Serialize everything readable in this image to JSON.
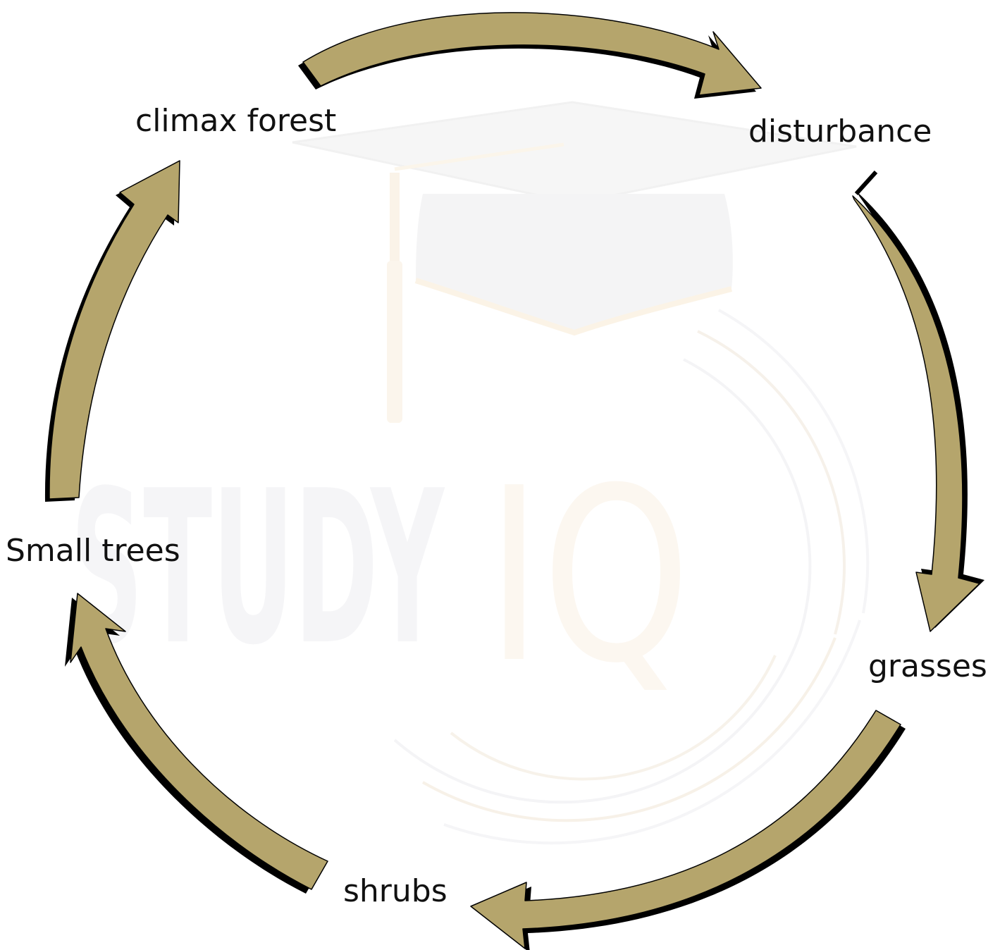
{
  "diagram": {
    "stages": [
      {
        "id": "climax-forest",
        "label": "climax forest"
      },
      {
        "id": "disturbance",
        "label": "disturbance"
      },
      {
        "id": "grasses",
        "label": "grasses"
      },
      {
        "id": "shrubs",
        "label": "shrubs"
      },
      {
        "id": "small-trees",
        "label": "Small trees"
      }
    ],
    "cycle_order": [
      "climax-forest",
      "disturbance",
      "grasses",
      "shrubs",
      "small-trees",
      "climax-forest"
    ],
    "arrow_fill_color": "#b5a56c",
    "arrow_outline_color": "#000000",
    "watermark": {
      "text": "STUDY IQ",
      "icon": "graduation-cap-icon"
    }
  }
}
